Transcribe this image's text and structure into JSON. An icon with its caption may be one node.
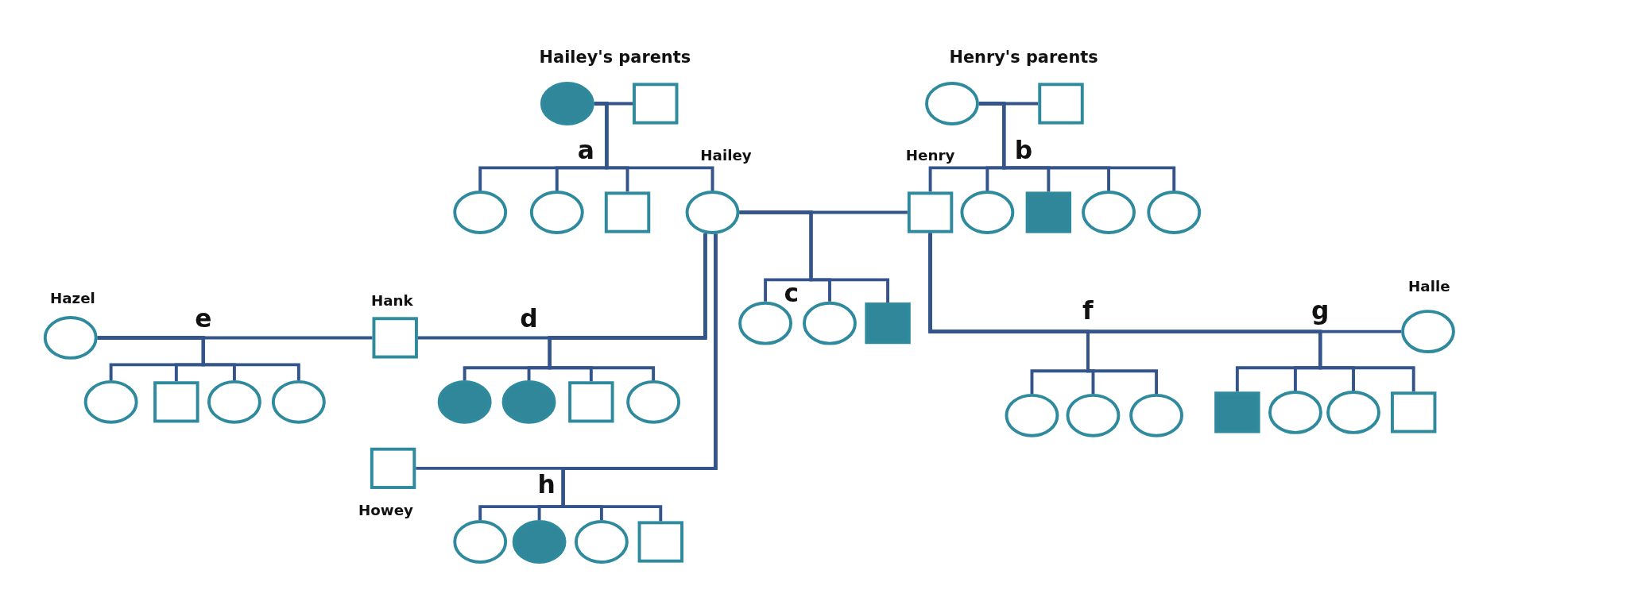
{
  "diagram": {
    "nodes": [
      {
        "text": [],
        "shape": "disc"
      },
      {
        "text": [],
        "shape": "square"
      },
      {
        "text": [],
        "shape": "circle"
      },
      {
        "text": [],
        "shape": "square"
      },
      {
        "text": [],
        "shape": "circle"
      },
      {
        "text": [],
        "shape": "circle"
      },
      {
        "text": [],
        "shape": "square"
      },
      {
        "text": [],
        "shape": "circle",
        "beside": [
          "Hailey"
        ]
      },
      {
        "text": [],
        "shape": "square",
        "beside": [
          "Henry"
        ]
      },
      {
        "text": [],
        "shape": "circle"
      },
      {
        "text": [],
        "shape": "block"
      },
      {
        "text": [],
        "shape": "circle"
      },
      {
        "text": [],
        "shape": "circle"
      },
      {
        "text": [],
        "shape": "circle",
        "beside": [
          "Hazel"
        ]
      },
      {
        "text": [],
        "shape": "square",
        "beside": [
          "Hank"
        ]
      },
      {
        "text": [],
        "shape": "circle",
        "beside": [
          "Halle"
        ]
      },
      {
        "text": [],
        "shape": "square",
        "beside": [
          "Howey"
        ]
      },
      {
        "text": [],
        "shape": "circle"
      },
      {
        "text": [],
        "shape": "circle"
      },
      {
        "text": [],
        "shape": "block"
      },
      {
        "text": [],
        "shape": "circle"
      },
      {
        "text": [],
        "shape": "square"
      },
      {
        "text": [],
        "shape": "circle"
      },
      {
        "text": [],
        "shape": "circle"
      },
      {
        "text": [],
        "shape": "disc"
      },
      {
        "text": [],
        "shape": "disc"
      },
      {
        "text": [],
        "shape": "square"
      },
      {
        "text": [],
        "shape": "circle"
      },
      {
        "text": [],
        "shape": "circle"
      },
      {
        "text": [],
        "shape": "circle"
      },
      {
        "text": [],
        "shape": "circle"
      },
      {
        "text": [],
        "shape": "block"
      },
      {
        "text": [],
        "shape": "circle"
      },
      {
        "text": [],
        "shape": "circle"
      },
      {
        "text": [],
        "shape": "square"
      },
      {
        "text": [],
        "shape": "circle"
      },
      {
        "text": [],
        "shape": "disc"
      },
      {
        "text": [],
        "shape": "circle"
      },
      {
        "text": [],
        "shape": "square"
      }
    ],
    "edges": [
      {
        "from": 0,
        "to": 1,
        "arrow": "none"
      },
      {
        "from": 0,
        "to": 4,
        "arrow": "none"
      },
      {
        "from": 0,
        "to": 5,
        "arrow": "none"
      },
      {
        "from": 0,
        "to": 6,
        "arrow": "none"
      },
      {
        "from": 0,
        "to": 7,
        "arrow": "none"
      },
      {
        "from": 2,
        "to": 3,
        "arrow": "none"
      },
      {
        "from": 2,
        "to": 8,
        "arrow": "none"
      },
      {
        "from": 2,
        "to": 9,
        "arrow": "none"
      },
      {
        "from": 2,
        "to": 10,
        "arrow": "none"
      },
      {
        "from": 2,
        "to": 11,
        "arrow": "none"
      },
      {
        "from": 2,
        "to": 12,
        "arrow": "none"
      },
      {
        "from": 7,
        "to": 8,
        "arrow": "none"
      },
      {
        "from": 7,
        "to": 17,
        "arrow": "none"
      },
      {
        "from": 7,
        "to": 18,
        "arrow": "none"
      },
      {
        "from": 7,
        "to": 19,
        "arrow": "none"
      },
      {
        "from": 7,
        "to": 14,
        "arrow": "none"
      },
      {
        "from": 7,
        "to": 24,
        "arrow": "none"
      },
      {
        "from": 7,
        "to": 25,
        "arrow": "none"
      },
      {
        "from": 7,
        "to": 26,
        "arrow": "none"
      },
      {
        "from": 7,
        "to": 27,
        "arrow": "none"
      },
      {
        "from": 13,
        "to": 14,
        "arrow": "none"
      },
      {
        "from": 13,
        "to": 20,
        "arrow": "none"
      },
      {
        "from": 13,
        "to": 21,
        "arrow": "none"
      },
      {
        "from": 13,
        "to": 22,
        "arrow": "none"
      },
      {
        "from": 13,
        "to": 23,
        "arrow": "none"
      },
      {
        "from": 7,
        "to": 16,
        "arrow": "none"
      },
      {
        "from": 7,
        "to": 35,
        "arrow": "none"
      },
      {
        "from": 7,
        "to": 36,
        "arrow": "none"
      },
      {
        "from": 7,
        "to": 37,
        "arrow": "none"
      },
      {
        "from": 7,
        "to": 38,
        "arrow": "none"
      },
      {
        "from": 8,
        "to": 15,
        "arrow": "none"
      },
      {
        "from": 8,
        "to": 28,
        "arrow": "none"
      },
      {
        "from": 8,
        "to": 29,
        "arrow": "none"
      },
      {
        "from": 8,
        "to": 30,
        "arrow": "none"
      },
      {
        "from": 8,
        "to": 31,
        "arrow": "none"
      },
      {
        "from": 8,
        "to": 32,
        "arrow": "none"
      },
      {
        "from": 8,
        "to": 33,
        "arrow": "none"
      },
      {
        "from": 8,
        "to": 34,
        "arrow": "none"
      }
    ],
    "labels": [
      "Hailey's parents",
      "Henry's parents",
      "a",
      "b",
      "c",
      "d",
      "e",
      "f",
      "g",
      "h"
    ]
  }
}
